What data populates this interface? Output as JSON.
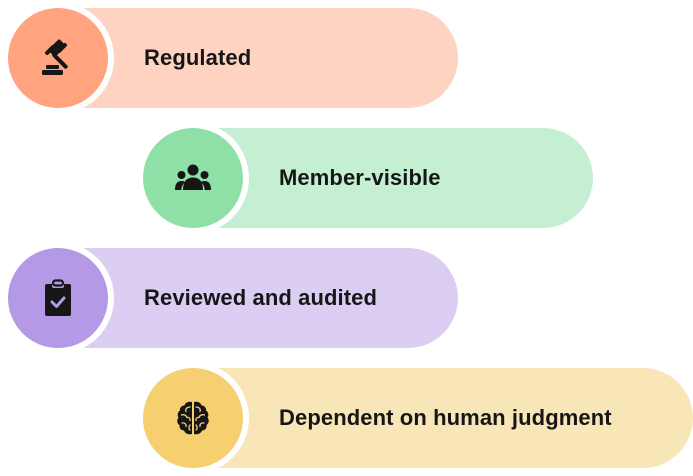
{
  "items": [
    {
      "label": "Regulated",
      "icon": "gavel-icon",
      "circle_color": "#FFA47F",
      "pill_color": "#FFD3C2"
    },
    {
      "label": "Member-visible",
      "icon": "users-group-icon",
      "circle_color": "#8EE0A7",
      "pill_color": "#C4EFD2"
    },
    {
      "label": "Reviewed and audited",
      "icon": "clipboard-check-icon",
      "circle_color": "#B399E6",
      "pill_color": "#DCCDF3"
    },
    {
      "label": "Dependent on human judgment",
      "icon": "brain-icon",
      "circle_color": "#F5CF70",
      "pill_color": "#F9E6B8"
    }
  ]
}
